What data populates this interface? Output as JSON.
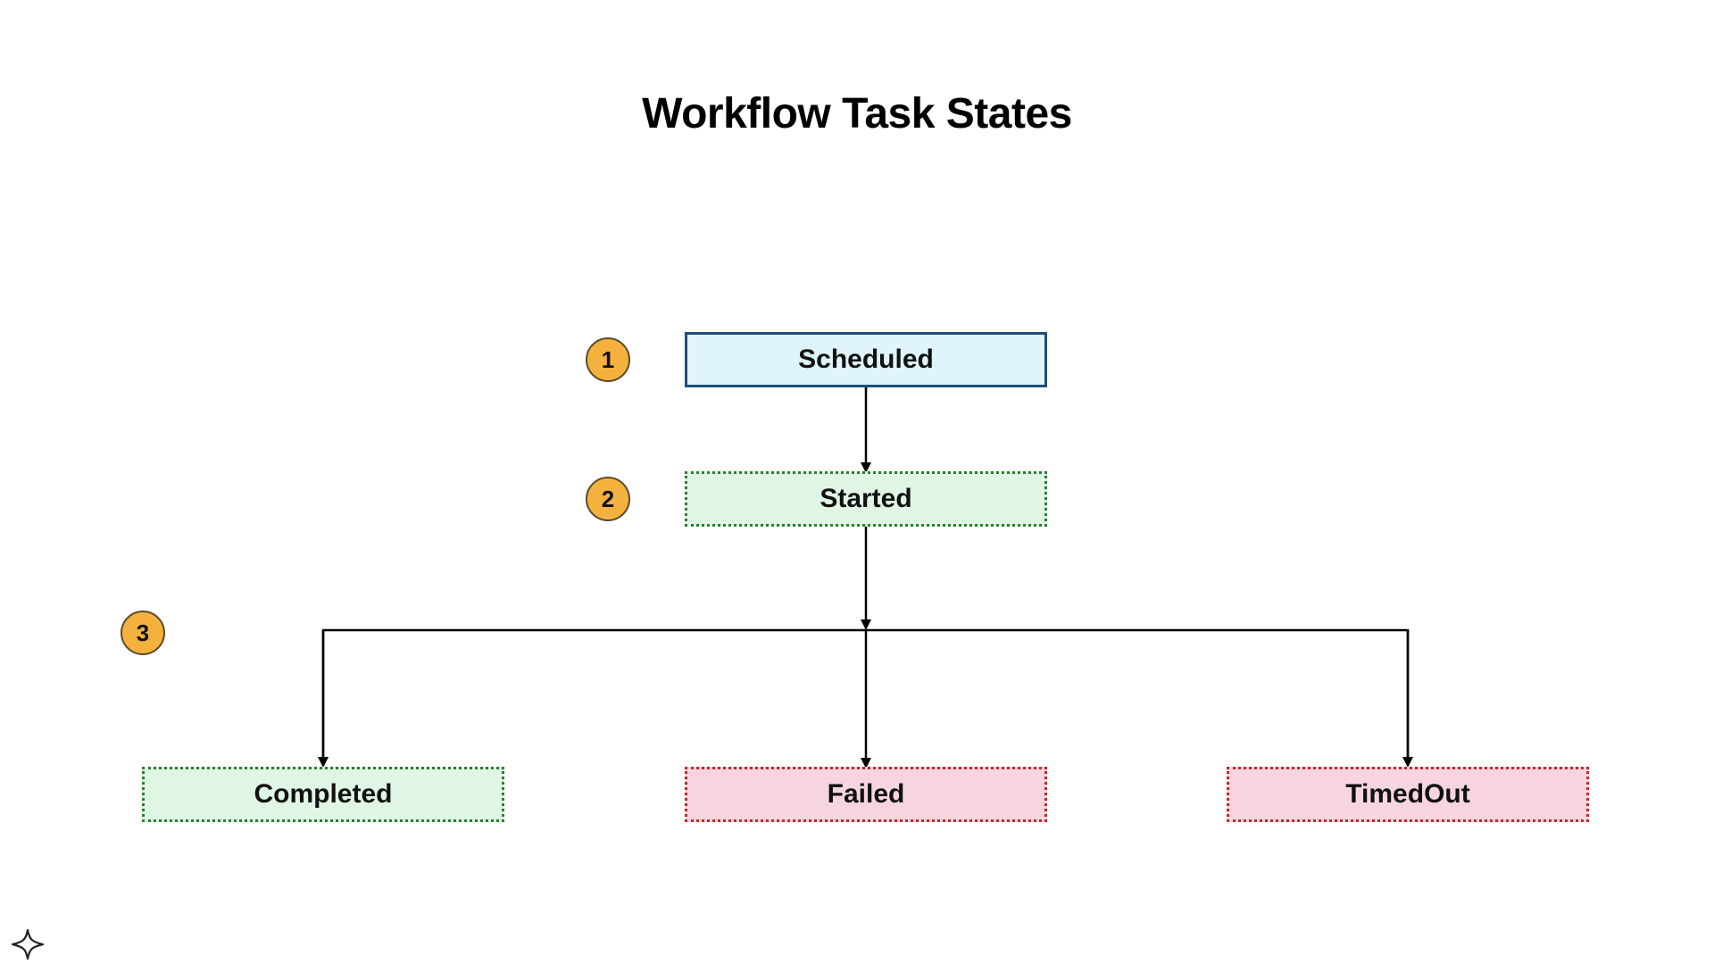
{
  "title": "Workflow Task States",
  "nodes": {
    "scheduled": {
      "label": "Scheduled"
    },
    "started": {
      "label": "Started"
    },
    "completed": {
      "label": "Completed"
    },
    "failed": {
      "label": "Failed"
    },
    "timedout": {
      "label": "TimedOut"
    }
  },
  "badges": [
    "1",
    "2",
    "3"
  ],
  "edges": [
    {
      "from": "Scheduled",
      "to": "Started"
    },
    {
      "from": "Started",
      "to": "Completed"
    },
    {
      "from": "Started",
      "to": "Failed"
    },
    {
      "from": "Started",
      "to": "TimedOut"
    }
  ],
  "colors": {
    "badge": "#f4b13e",
    "scheduled_fill": "#dff4fb",
    "scheduled_border": "#1f4e79",
    "success_fill": "#e0f6e4",
    "success_border": "#2e7d32",
    "error_fill": "#f7d5de",
    "error_border": "#c62828"
  },
  "icons": {
    "corner": "sparkle-icon"
  }
}
